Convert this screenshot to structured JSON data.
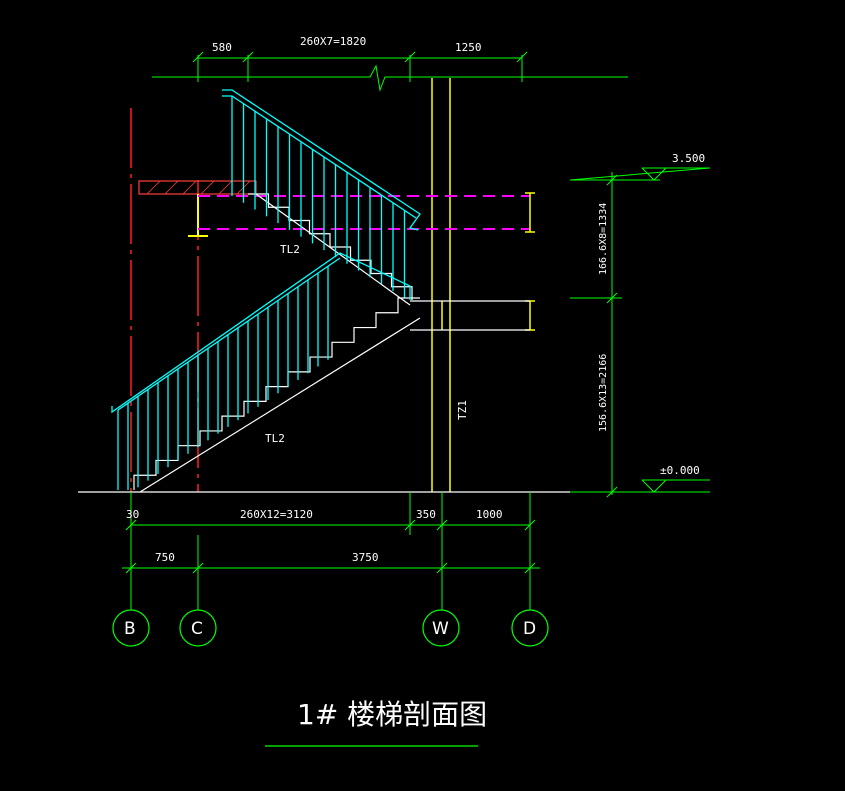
{
  "title": "1# 楼梯剖面图",
  "colors": {
    "background": "#000000",
    "dimension_lines": "#00ff00",
    "railing": "#00ffff",
    "grid_axis": "#ff2020",
    "column": "#ffff00",
    "beam_dashed": "#ff00ff",
    "slab_hatch": "#ff4040",
    "text": "#ffffff"
  },
  "top_dimensions": [
    "580",
    "260X7=1820",
    "1250"
  ],
  "bottom_dimensions": [
    "30",
    "260X12=3120",
    "350",
    "1000"
  ],
  "axis_dimensions": [
    "750",
    "3750"
  ],
  "vertical_dimensions": [
    "166.6X8=1334",
    "156.6X13=2166"
  ],
  "elevations": [
    "3.500",
    "±0.000"
  ],
  "labels": {
    "beam_upper": "TL2",
    "beam_lower": "TL2",
    "column": "TZ1"
  },
  "axes": [
    "B",
    "C",
    "W",
    "D"
  ]
}
